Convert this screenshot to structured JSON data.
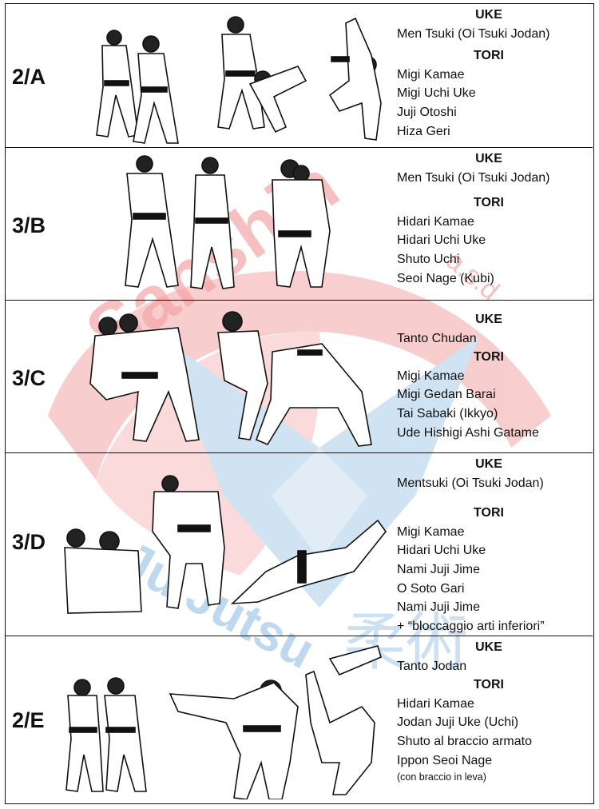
{
  "watermark": {
    "arc_text": "Sanshin",
    "sub_text": "a.s.d",
    "bottom_text": "Ju Jutsu",
    "kanji": "柔術",
    "colors": {
      "red": "#f4a6a6",
      "blue": "#a9cdea"
    }
  },
  "rows": [
    {
      "code": "2/A",
      "uke_label": "UKE",
      "uke": [
        "Men Tsuki (Oi Tsuki Jodan)"
      ],
      "tori_label": "TORI",
      "tori": [
        "Migi Kamae",
        "Migi Uchi Uke",
        "Juji Otoshi",
        "Hiza Geri"
      ]
    },
    {
      "code": "3/B",
      "uke_label": "UKE",
      "uke": [
        "Men Tsuki (Oi Tsuki Jodan)"
      ],
      "tori_label": "TORI",
      "tori": [
        "Hidari Kamae",
        "Hidari Uchi Uke",
        "Shuto Uchi",
        "Seoi Nage (Kubi)"
      ]
    },
    {
      "code": "3/C",
      "uke_label": "UKE",
      "uke": [
        "Tanto Chudan"
      ],
      "tori_label": "TORI",
      "tori": [
        "Migi Kamae",
        "Migi Gedan Barai",
        "Tai Sabaki (Ikkyo)",
        "Ude Hishigi Ashi Gatame"
      ]
    },
    {
      "code": "3/D",
      "uke_label": "UKE",
      "uke": [
        "Mentsuki (Oi Tsuki Jodan)"
      ],
      "tori_label": "TORI",
      "tori": [
        "Migi Kamae",
        "Hidari Uchi Uke",
        "Nami Juji Jime",
        "O Soto Gari",
        "Nami Juji Jime",
        "+ “bloccaggio arti inferiori”"
      ]
    },
    {
      "code": "2/E",
      "uke_label": "UKE",
      "uke": [
        "Tanto Jodan"
      ],
      "tori_label": "TORI",
      "tori": [
        "Hidari Kamae",
        "Jodan Juji Uke (Uchi)",
        "Shuto al braccio armato",
        "Ippon Seoi Nage"
      ],
      "note": "(con braccio in leva)"
    }
  ]
}
